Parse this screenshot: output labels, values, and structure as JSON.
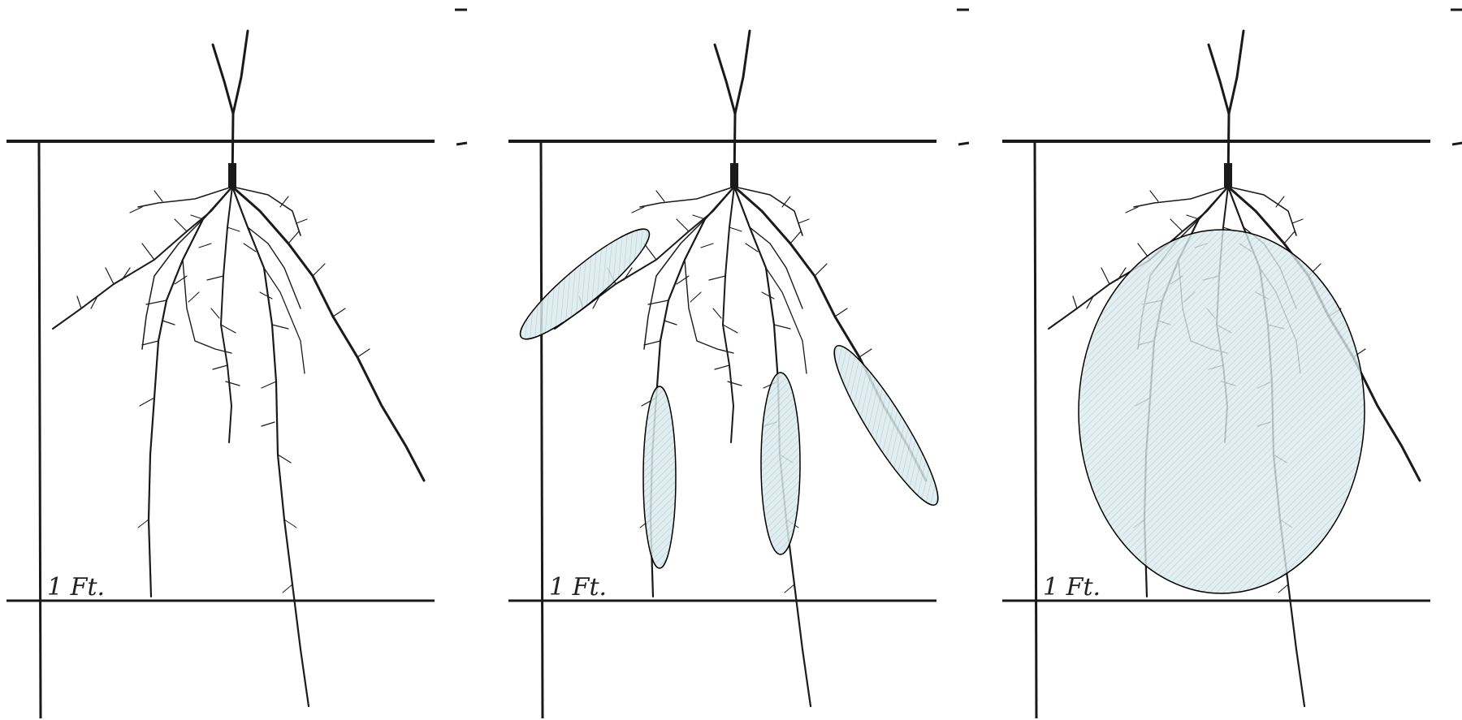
{
  "figure": {
    "panels": [
      {
        "id": "plain",
        "scale_label": "1 Ft.",
        "highlight": "none"
      },
      {
        "id": "segments",
        "scale_label": "1 Ft.",
        "highlight": "four elongated regions along individual roots"
      },
      {
        "id": "whole",
        "scale_label": "1 Ft.",
        "highlight": "single large region over root system"
      }
    ]
  },
  "colors": {
    "ink": "#1a1a1a",
    "highlight_fill": "#dcebee",
    "highlight_stroke": "#000000"
  }
}
